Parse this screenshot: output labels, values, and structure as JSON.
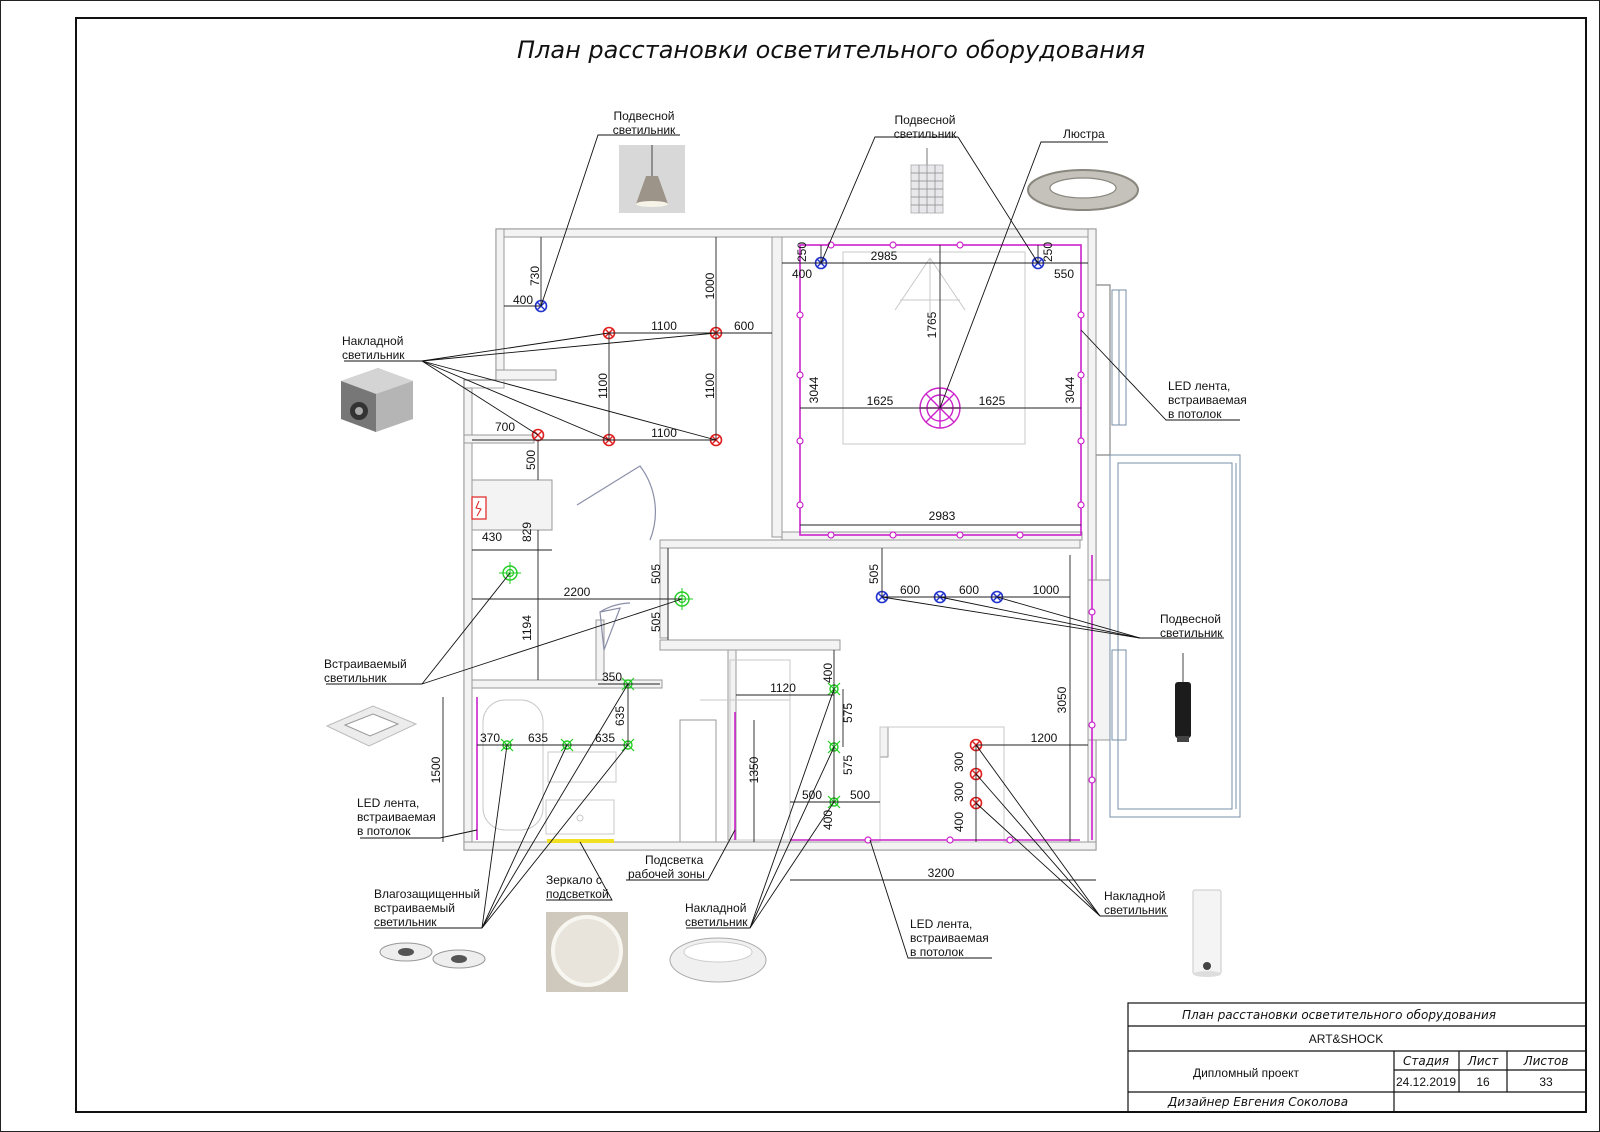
{
  "drawing_title": "План расстановки осветительного оборудования",
  "labels": {
    "pendant_top_left": [
      "Подвесной",
      "светильник"
    ],
    "pendant_top_center": [
      "Подвесной",
      "светильник"
    ],
    "chandelier": "Люстра",
    "surface_left": [
      "Накладной",
      "светильник"
    ],
    "led_right_top": [
      "LED лента,",
      "встраиваемая",
      "в потолок"
    ],
    "recessed_left": [
      "Встраиваемый",
      "светильник"
    ],
    "pendant_right": [
      "Подвесной",
      "светильник"
    ],
    "led_left_bottom": [
      "LED лента,",
      "встраиваемая",
      "в потолок"
    ],
    "moisture_proof": [
      "Влагозащищенный",
      "встраиваемый",
      "светильник"
    ],
    "mirror": [
      "Зеркало с",
      "подсветкой"
    ],
    "work_zone": [
      "Подсветка",
      "рабочей зоны"
    ],
    "surface_bottom": [
      "Накладной",
      "светильник"
    ],
    "led_bottom": [
      "LED лента,",
      "встраиваемая",
      "в потолок"
    ],
    "surface_bottom_right": [
      "Накладной",
      "светильник"
    ]
  },
  "dimensions": {
    "d730": "730",
    "d400a": "400",
    "d1100a": "1100",
    "d600a": "600",
    "d1000a": "1000",
    "d1100b": "1100",
    "d1100c": "1100",
    "d700": "700",
    "d500a": "500",
    "d1100d": "1100",
    "d250a": "250",
    "d2985": "2985",
    "d250b": "250",
    "d400b": "400",
    "d550": "550",
    "d1765": "1765",
    "d3044a": "3044",
    "d3044b": "3044",
    "d1625a": "1625",
    "d1625b": "1625",
    "d2983": "2983",
    "d430": "430",
    "d829": "829",
    "d2200": "2200",
    "d1194": "1194",
    "d505a": "505",
    "d505b": "505",
    "d505c": "505",
    "d600b": "600",
    "d600c": "600",
    "d1000b": "1000",
    "d350": "350",
    "d635a": "635",
    "d370": "370",
    "d635b": "635",
    "d635c": "635",
    "d1500": "1500",
    "d1120": "1120",
    "d400c": "400",
    "d575a": "575",
    "d575b": "575",
    "d1350": "1350",
    "d500b": "500",
    "d500c": "500",
    "d400d": "400",
    "d3050": "3050",
    "d1200": "1200",
    "d300a": "300",
    "d300b": "300",
    "d400e": "400",
    "d3200": "3200"
  },
  "stamp": {
    "title": "План расстановки осветительного оборудования",
    "company": "ART&SHOCK",
    "project": "Дипломный проект",
    "stage_header": "Стадия",
    "sheet_header": "Лист",
    "sheets_header": "Листов",
    "date": "24.12.2019",
    "sheet": "16",
    "sheets": "33",
    "designer": "Дизайнер Евгения Соколова"
  },
  "colors": {
    "pendant": "#2233cc",
    "surface": "#e02020",
    "recessed": "#22cc22",
    "led_strip": "#cc22cc",
    "mirror_light": "#f0e020",
    "wall": "#999999"
  }
}
